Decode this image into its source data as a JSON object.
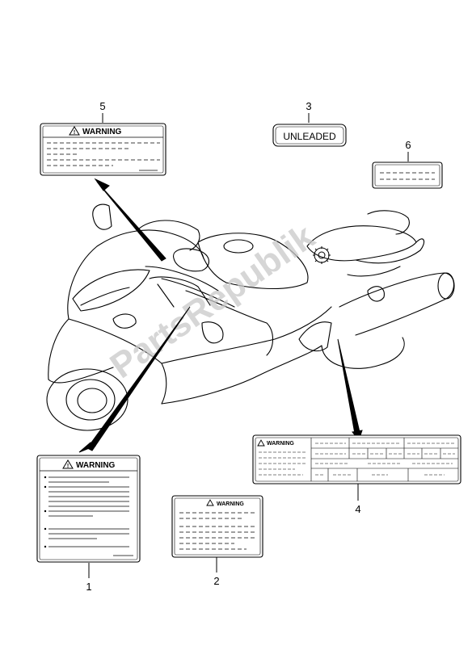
{
  "callouts": [
    {
      "id": "1",
      "number": "1"
    },
    {
      "id": "2",
      "number": "2"
    },
    {
      "id": "3",
      "number": "3"
    },
    {
      "id": "4",
      "number": "4"
    },
    {
      "id": "5",
      "number": "5"
    },
    {
      "id": "6",
      "number": "6"
    }
  ],
  "labels": {
    "warning_text": "WARNING",
    "unleaded_text": "UNLEADED"
  },
  "watermark": "PartsRepublik",
  "colors": {
    "line": "#000000",
    "watermark": "#c8c8c8",
    "background": "#ffffff"
  },
  "icons": [
    "warning-triangle-icon",
    "gear-icon"
  ]
}
